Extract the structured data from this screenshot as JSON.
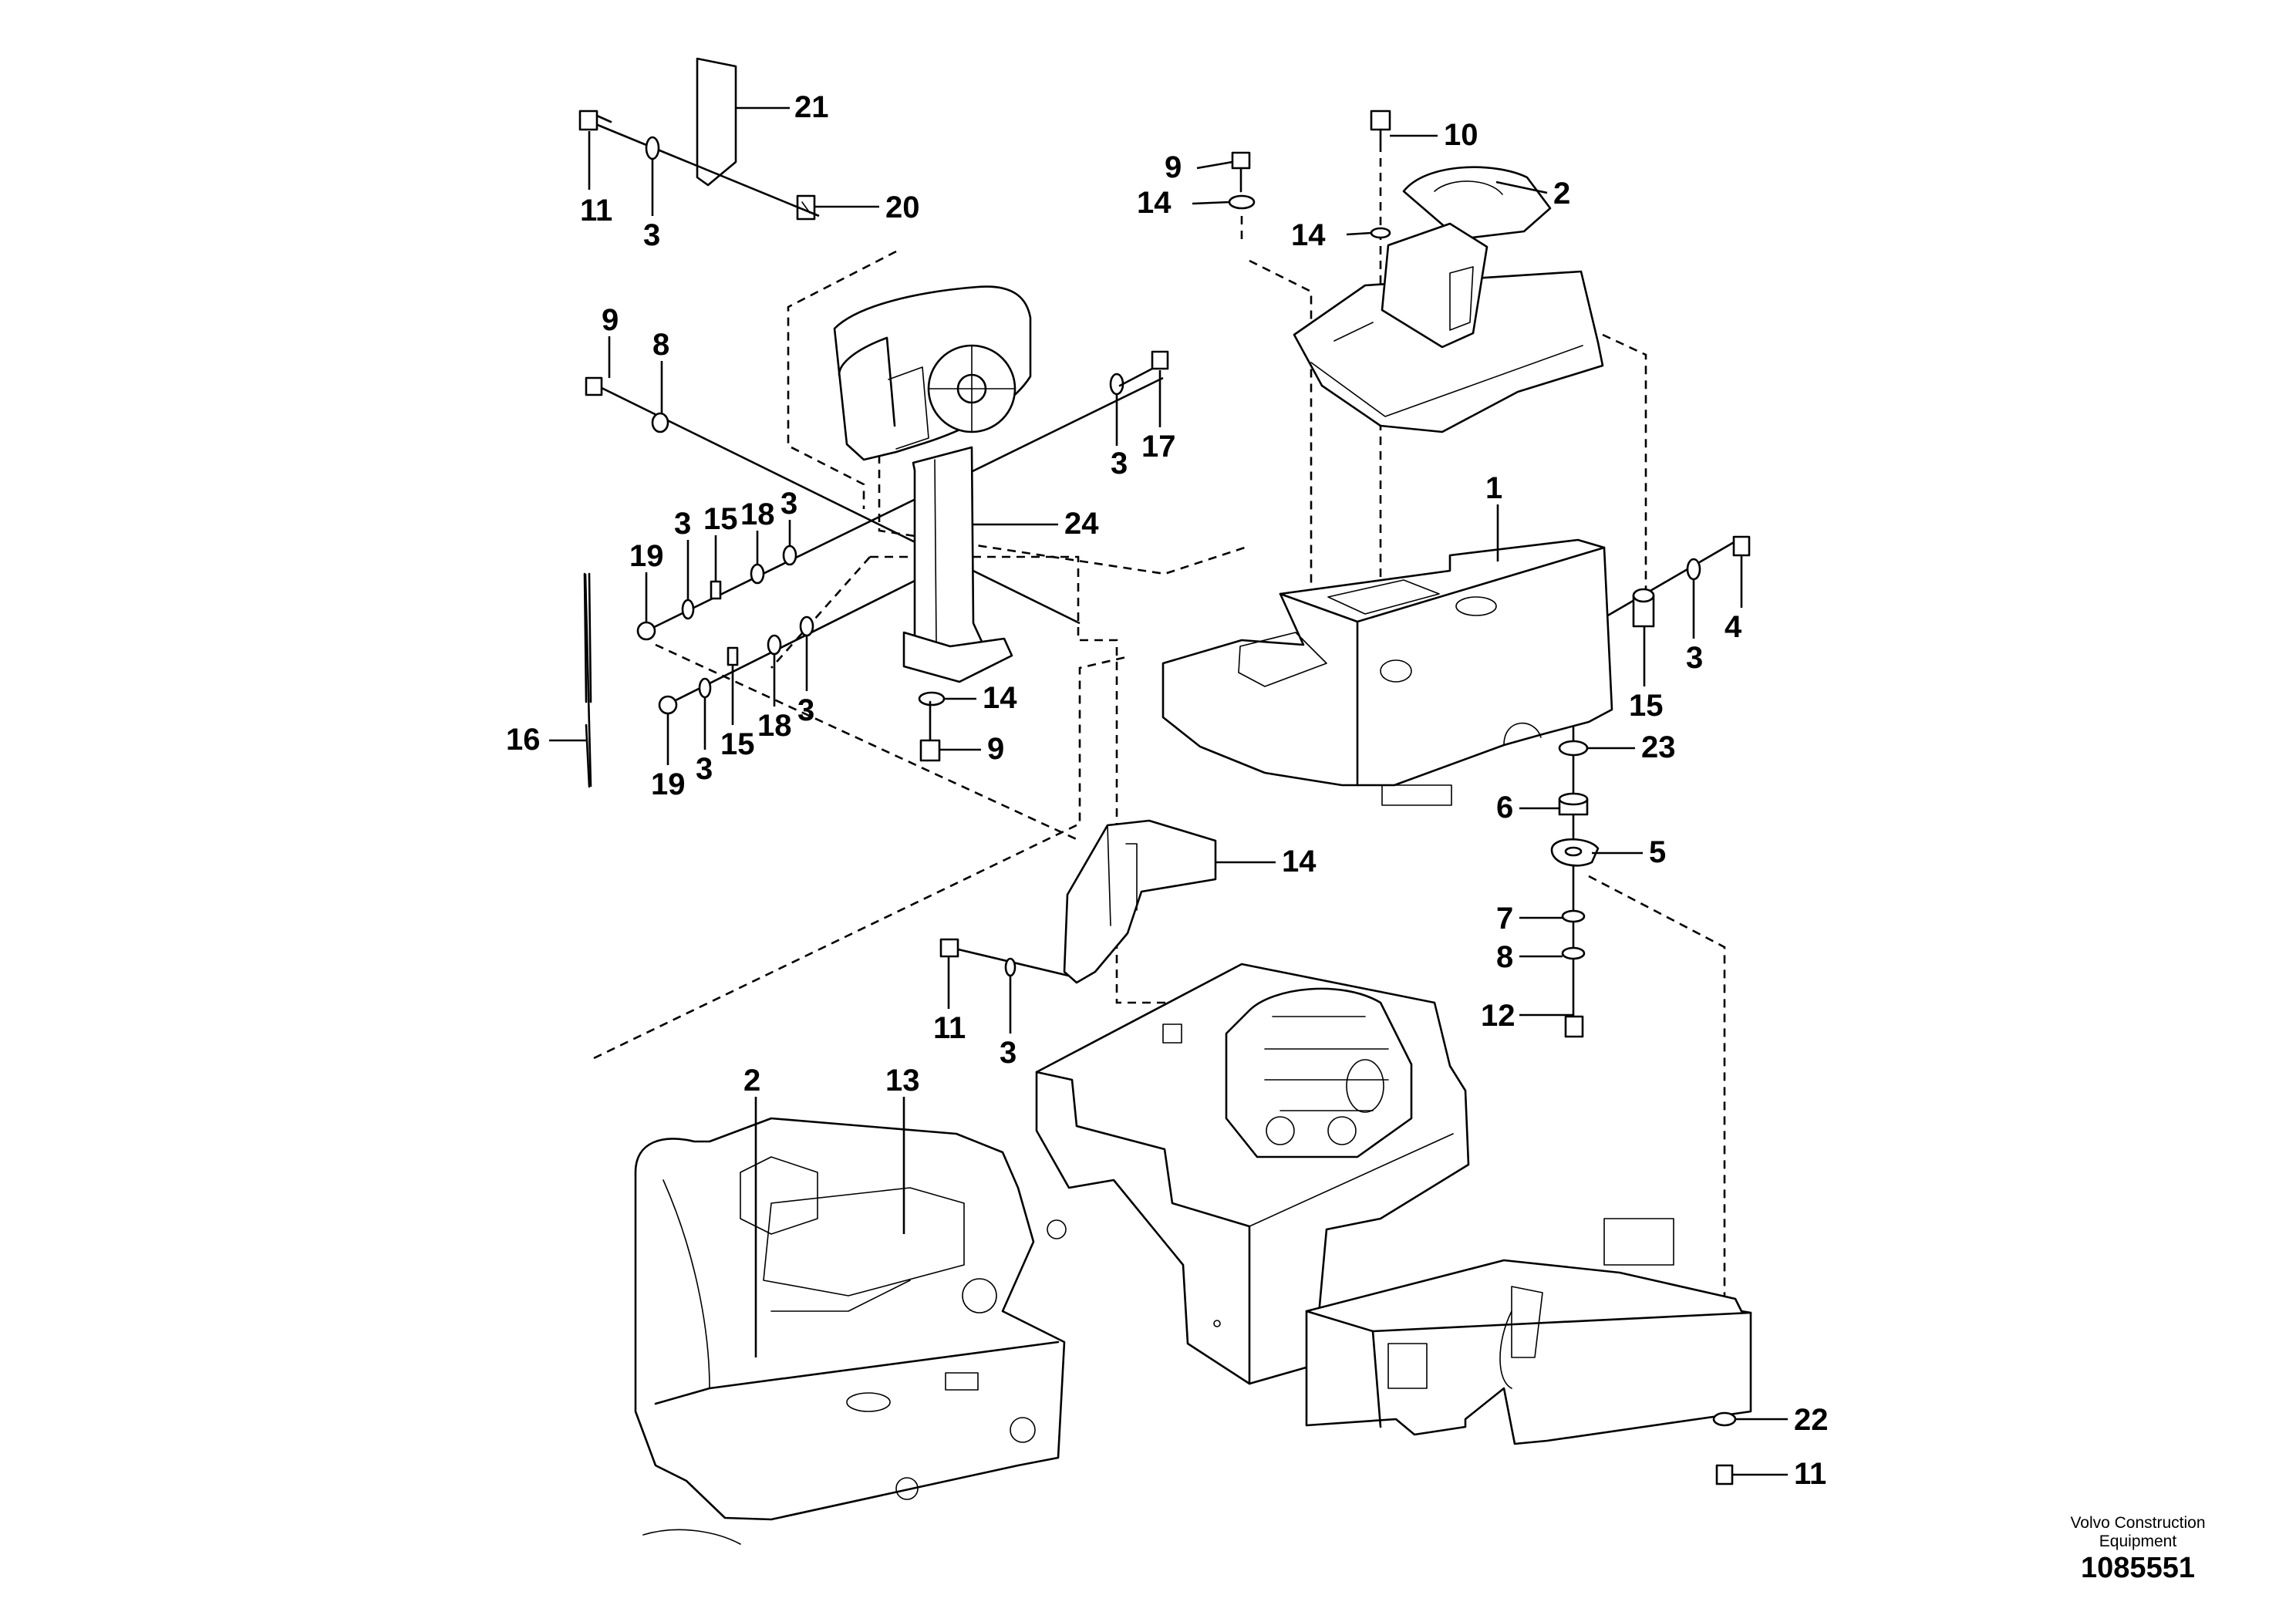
{
  "diagram": {
    "callouts": [
      "21",
      "20",
      "11",
      "3",
      "9",
      "8",
      "17",
      "3",
      "24",
      "3",
      "15",
      "18",
      "3",
      "19",
      "3",
      "15",
      "18",
      "3",
      "19",
      "16",
      "14",
      "9",
      "10",
      "2",
      "9",
      "14",
      "14",
      "1",
      "4",
      "3",
      "15",
      "23",
      "6",
      "5",
      "7",
      "8",
      "12",
      "14",
      "11",
      "3",
      "2",
      "13",
      "22",
      "11"
    ],
    "footer": {
      "company": "Volvo Construction Equipment",
      "drawing_number": "1085551"
    }
  }
}
